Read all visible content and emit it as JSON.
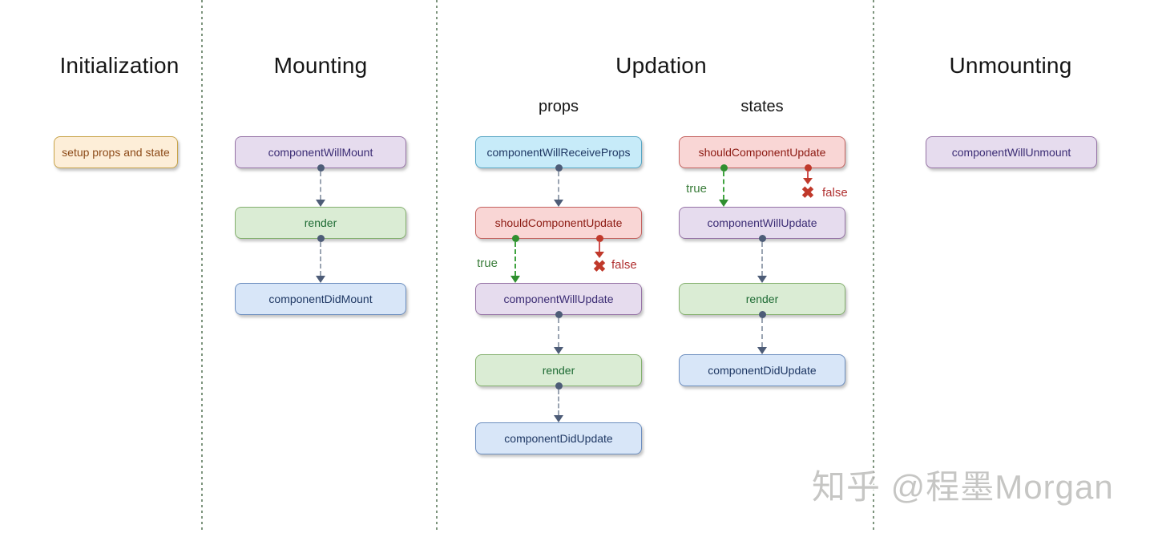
{
  "sections": {
    "initialization": {
      "title": "Initialization",
      "boxes": {
        "setup": "setup props and state"
      }
    },
    "mounting": {
      "title": "Mounting",
      "boxes": {
        "will_mount": "componentWillMount",
        "render": "render",
        "did_mount": "componentDidMount"
      }
    },
    "updation": {
      "title": "Updation",
      "props": {
        "header": "props",
        "boxes": {
          "will_receive_props": "componentWillReceiveProps",
          "should_update": "shouldComponentUpdate",
          "will_update": "componentWillUpdate",
          "render": "render",
          "did_update": "componentDidUpdate"
        },
        "branch": {
          "true_label": "true",
          "false_label": "false"
        }
      },
      "states": {
        "header": "states",
        "boxes": {
          "should_update": "shouldComponentUpdate",
          "will_update": "componentWillUpdate",
          "render": "render",
          "did_update": "componentDidUpdate"
        },
        "branch": {
          "true_label": "true",
          "false_label": "false"
        }
      }
    },
    "unmounting": {
      "title": "Unmounting",
      "boxes": {
        "will_unmount": "componentWillUnmount"
      }
    }
  },
  "icons": {
    "false_x": "✖"
  },
  "watermark": {
    "text": "知乎 @程墨Morgan"
  },
  "colors": {
    "separator_green": "#7d947d",
    "connector_slate": "#4d5c77",
    "true_green": "#2f8f2f",
    "false_red": "#c0392b",
    "box_orange_bg": "#fdeed8",
    "box_orange_border": "#c8a44b",
    "box_purple_bg": "#e6dcee",
    "box_purple_border": "#9673a6",
    "box_green_bg": "#daecd4",
    "box_green_border": "#84b06e",
    "box_blue_bg": "#d8e6f8",
    "box_blue_border": "#6c8ebf",
    "box_cyan_bg": "#c7ebf9",
    "box_cyan_border": "#57a6c4",
    "box_red_bg": "#f9d6d5",
    "box_red_border": "#c4625f"
  }
}
